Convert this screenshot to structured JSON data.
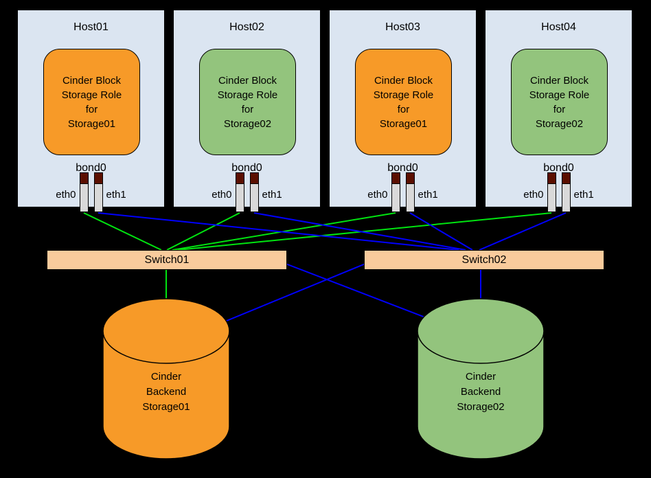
{
  "hosts": [
    {
      "name": "Host01",
      "role_lines": [
        "Cinder Block",
        "Storage Role",
        "for",
        "Storage01"
      ],
      "role_color": "#f79a28",
      "bond": "bond0",
      "eth0": "eth0",
      "eth1": "eth1"
    },
    {
      "name": "Host02",
      "role_lines": [
        "Cinder Block",
        "Storage Role",
        "for",
        "Storage02"
      ],
      "role_color": "#93c47d",
      "bond": "bond0",
      "eth0": "eth0",
      "eth1": "eth1"
    },
    {
      "name": "Host03",
      "role_lines": [
        "Cinder Block",
        "Storage Role",
        "for",
        "Storage01"
      ],
      "role_color": "#f79a28",
      "bond": "bond0",
      "eth0": "eth0",
      "eth1": "eth1"
    },
    {
      "name": "Host04",
      "role_lines": [
        "Cinder Block",
        "Storage Role",
        "for",
        "Storage02"
      ],
      "role_color": "#93c47d",
      "bond": "bond0",
      "eth0": "eth0",
      "eth1": "eth1"
    }
  ],
  "switches": [
    {
      "name": "Switch01"
    },
    {
      "name": "Switch02"
    }
  ],
  "storages": [
    {
      "lines": [
        "Cinder",
        "Backend",
        "Storage01"
      ],
      "color": "#f79a28"
    },
    {
      "lines": [
        "Cinder",
        "Backend",
        "Storage02"
      ],
      "color": "#93c47d"
    }
  ],
  "colors": {
    "background": "#000000",
    "host_fill": "#dbe5f1",
    "switch_fill": "#f9cb9c",
    "nic_cap": "#5b0f00",
    "nic_body": "#d9d9d9",
    "link_green": "#00e510",
    "link_blue": "#0000ff"
  }
}
